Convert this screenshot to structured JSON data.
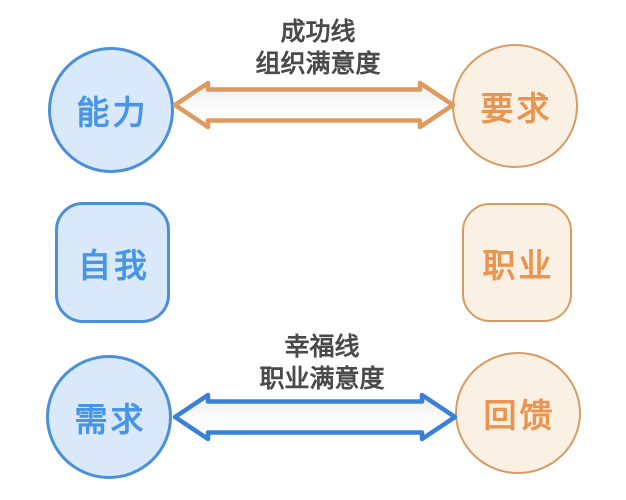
{
  "diagram": {
    "nodes": {
      "ability": {
        "label": "能力"
      },
      "requirement": {
        "label": "要求"
      },
      "self": {
        "label": "自我"
      },
      "career": {
        "label": "职业"
      },
      "needs": {
        "label": "需求"
      },
      "feedback": {
        "label": "回馈"
      }
    },
    "arrows": {
      "success": {
        "title": "成功线",
        "subtitle": "组织满意度",
        "color": "#dd9a5e"
      },
      "happiness": {
        "title": "幸福线",
        "subtitle": "职业满意度",
        "color": "#3a80d6"
      }
    },
    "colors": {
      "blue_border": "#4a90d9",
      "blue_fill": "#d9e9fa",
      "blue_text": "#4795e5",
      "orange_border": "#d89b64",
      "orange_fill": "#faf0e3",
      "orange_text": "#e9954f",
      "caption_text": "#4a4a4a",
      "background": "#ffffff"
    }
  }
}
